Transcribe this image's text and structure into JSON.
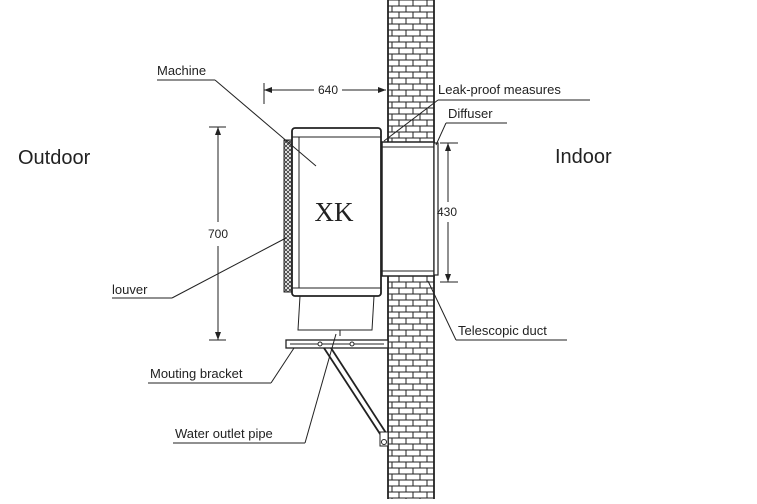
{
  "labels": {
    "outdoor": "Outdoor",
    "indoor": "Indoor",
    "machine": "Machine",
    "leak_proof": "Leak-proof measures",
    "diffuser": "Diffuser",
    "louver": "louver",
    "mounting_bracket": "Mouting bracket",
    "water_outlet": "Water outlet pipe",
    "telescopic_duct": "Telescopic duct",
    "brand": "XK"
  },
  "dimensions": {
    "width": "640",
    "height": "700",
    "duct": "430"
  }
}
